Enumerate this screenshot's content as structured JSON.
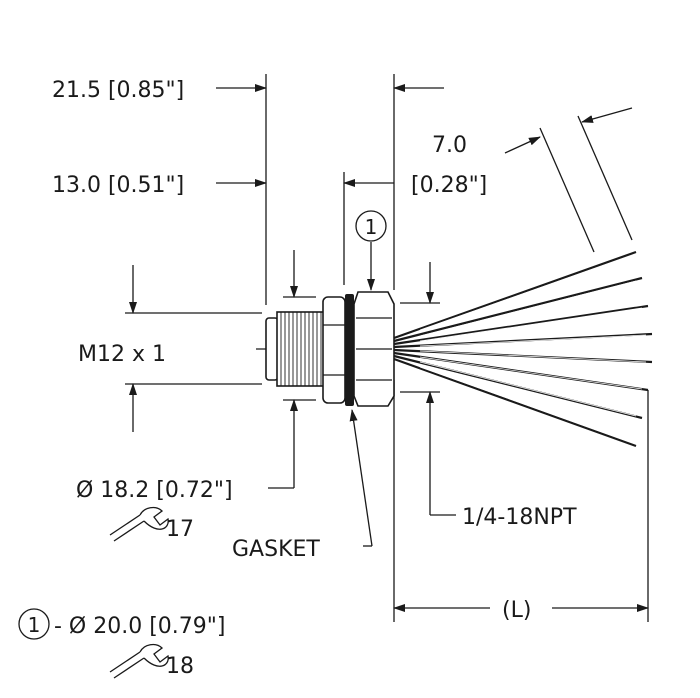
{
  "dimensions": {
    "overall_length": "21.5 [0.85\"]",
    "thread_length": "13.0 [0.51\"]",
    "strip_length_value": "7.0",
    "nut_width_inch": "[0.28\"]",
    "thread_size": "M12 x 1",
    "flange_diameter": "Ø 18.2 [0.72\"]",
    "wrench_size_1": "17",
    "gasket": "GASKET",
    "npt_thread": "1/4-18NPT",
    "cable_length": "(L)",
    "callout_number": "1",
    "nut_diameter": "- Ø 20.0 [0.79\"]",
    "wrench_size_2": "18"
  },
  "icons": [
    "wrench-icon",
    "callout-circle-icon"
  ]
}
